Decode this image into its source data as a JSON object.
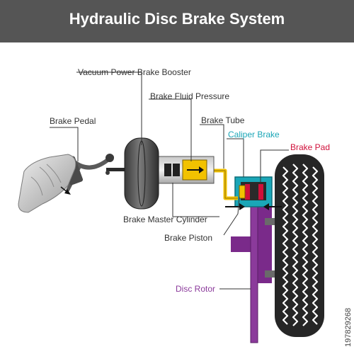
{
  "title": "Hydraulic Disc Brake System",
  "labels": {
    "vacuum_booster": "Vacuum Power Brake Booster",
    "fluid_pressure": "Brake Fluid Pressure",
    "brake_pedal": "Brake Pedal",
    "brake_tube": "Brake Tube",
    "caliper_brake": "Caliper Brake",
    "brake_pad": "Brake Pad",
    "master_cylinder": "Brake Master Cylinder",
    "brake_piston": "Brake Piston",
    "disc_rotor": "Disc Rotor"
  },
  "stock_id": "197829268",
  "colors": {
    "title_bar": "#555555",
    "caliper": "#1aa6b7",
    "brake_pad": "#d0103a",
    "disc_rotor": "#8b3a9b",
    "fluid": "#f2c200",
    "label": "#333333"
  }
}
